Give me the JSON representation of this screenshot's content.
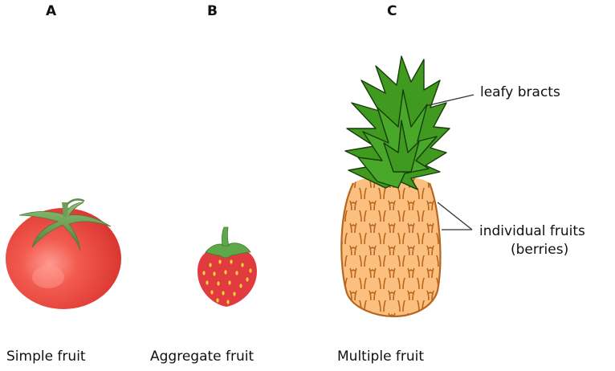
{
  "panels": [
    {
      "letter": "A",
      "caption": "Simple fruit",
      "illustration": "tomato-icon"
    },
    {
      "letter": "B",
      "caption": "Aggregate fruit",
      "illustration": "strawberry-icon"
    },
    {
      "letter": "C",
      "caption": "Multiple fruit",
      "illustration": "pineapple-icon"
    }
  ],
  "callouts": {
    "leafy_bracts": "leafy bracts",
    "individual_fruits_line1": "individual fruits",
    "individual_fruits_line2": "(berries)"
  },
  "colors": {
    "tomato": "#e8403a",
    "tomato_stem": "#6b9a57",
    "strawberry": "#e03a3f",
    "strawberry_seed": "#f2d33b",
    "pineapple_body": "#fbbf7a",
    "pineapple_outline": "#b5651d",
    "pineapple_leaves": "#3f9a1f"
  }
}
